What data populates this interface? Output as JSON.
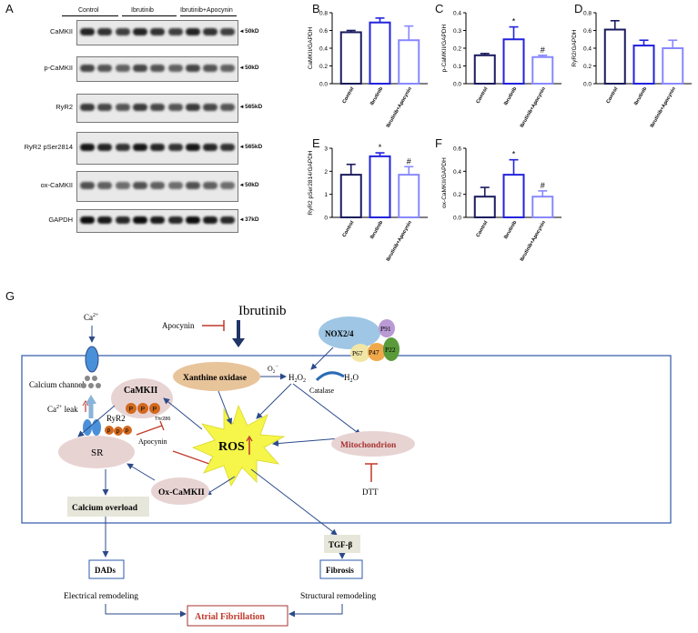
{
  "panels": {
    "A": "A",
    "B": "B",
    "C": "C",
    "D": "D",
    "E": "E",
    "F": "F",
    "G": "G"
  },
  "blot": {
    "groups": [
      "Control",
      "Ibrutinib",
      "Ibrutinib+Apocynin"
    ],
    "rows": [
      {
        "name": "CaMKII",
        "kd": "50kD"
      },
      {
        "name": "p-CaMKII",
        "kd": "50kD"
      },
      {
        "name": "RyR2",
        "kd": "565kD"
      },
      {
        "name": "RyR2 pSer2814",
        "kd": "565kD"
      },
      {
        "name": "ox-CaMKII",
        "kd": "50kD"
      },
      {
        "name": "GAPDH",
        "kd": "37kD"
      }
    ]
  },
  "chart_data": [
    {
      "panel": "B",
      "type": "bar",
      "categories": [
        "Control",
        "Ibrutinib",
        "Ibrutinib+Apocynin"
      ],
      "values": [
        0.58,
        0.69,
        0.49
      ],
      "errors": [
        0.02,
        0.05,
        0.16
      ],
      "ylabel": "CaMKII/GAPDH",
      "ylim": [
        0,
        0.8
      ],
      "yticks": [
        "0.0",
        "0.2",
        "0.4",
        "0.6",
        "0.8"
      ],
      "marks": [
        "",
        "",
        ""
      ]
    },
    {
      "panel": "C",
      "type": "bar",
      "categories": [
        "Control",
        "Ibrutinib",
        "Ibrutinib+Apocynin"
      ],
      "values": [
        0.16,
        0.25,
        0.15
      ],
      "errors": [
        0.01,
        0.07,
        0.01
      ],
      "ylabel": "p-CaMKII/GAPDH",
      "ylim": [
        0,
        0.4
      ],
      "yticks": [
        "0.0",
        "0.1",
        "0.2",
        "0.3",
        "0.4"
      ],
      "marks": [
        "",
        "*",
        "#"
      ]
    },
    {
      "panel": "D",
      "type": "bar",
      "categories": [
        "Control",
        "Ibrutinib",
        "Ibrutinib+Apocynin"
      ],
      "values": [
        0.61,
        0.43,
        0.4
      ],
      "errors": [
        0.1,
        0.06,
        0.09
      ],
      "ylabel": "RyR2/GAPDH",
      "ylim": [
        0,
        0.8
      ],
      "yticks": [
        "0.0",
        "0.2",
        "0.4",
        "0.6",
        "0.8"
      ],
      "marks": [
        "",
        "",
        ""
      ]
    },
    {
      "panel": "E",
      "type": "bar",
      "categories": [
        "Control",
        "Ibrutinib",
        "Ibrutinib+Apocynin"
      ],
      "values": [
        1.85,
        2.65,
        1.85
      ],
      "errors": [
        0.45,
        0.15,
        0.35
      ],
      "ylabel": "RyR2 pSer2814/GAPDH",
      "ylim": [
        0,
        3
      ],
      "yticks": [
        "0",
        "1",
        "2",
        "3"
      ],
      "marks": [
        "",
        "*",
        "#"
      ]
    },
    {
      "panel": "F",
      "type": "bar",
      "categories": [
        "Control",
        "Ibrutinib",
        "Ibrutinib+Apocynin"
      ],
      "values": [
        0.18,
        0.37,
        0.18
      ],
      "errors": [
        0.08,
        0.13,
        0.05
      ],
      "ylabel": "ox-CaMKII/GAPDH",
      "ylim": [
        0,
        0.6
      ],
      "yticks": [
        "0.0",
        "0.2",
        "0.4",
        "0.6"
      ],
      "marks": [
        "",
        "*",
        "#"
      ]
    }
  ],
  "bar_colors": [
    "#1a1a5e",
    "#2222dd",
    "#8888ff"
  ],
  "diagram": {
    "ibrutinib": "Ibrutinib",
    "apocynin_top": "Apocynin",
    "ca": "Ca",
    "ca_sup": "2+",
    "calcium_channel": "Calcium channel",
    "ca_leak": "Ca",
    "ca_leak_sup": "2+",
    "ca_leak_text": " leak",
    "ryr2": "RyR2",
    "sr": "SR",
    "camkii": "CaMKII",
    "p": "P",
    "thr": "Thr286",
    "apocynin_mid": "Apocynin",
    "xanthine": "Xanthine oxidase",
    "o2": "O",
    "o2_sub": "2",
    "o2_sup": "·-",
    "h2o2": "H",
    "h2o2_sub1": "2",
    "h2o2_rest": "O",
    "h2o2_sub2": "2",
    "h2o": "H",
    "h2o_sub": "2",
    "h2o_rest": "O",
    "catalase": "Catalase",
    "nox": "NOX2/4",
    "p91": "P91",
    "p67": "P67",
    "p47": "P47",
    "p22": "P22",
    "ros": "ROS",
    "mito": "Mitochondrion",
    "dtt": "DTT",
    "oxcamkii": "Ox-CaMKII",
    "calcium_overload": "Calcium overload",
    "tgf": "TGF-β",
    "dads": "DADs",
    "fibrosis": "Fibrosis",
    "electrical": "Electrical remodeling",
    "structural": "Structural remodeling",
    "af": "Atrial Fibrillation"
  }
}
